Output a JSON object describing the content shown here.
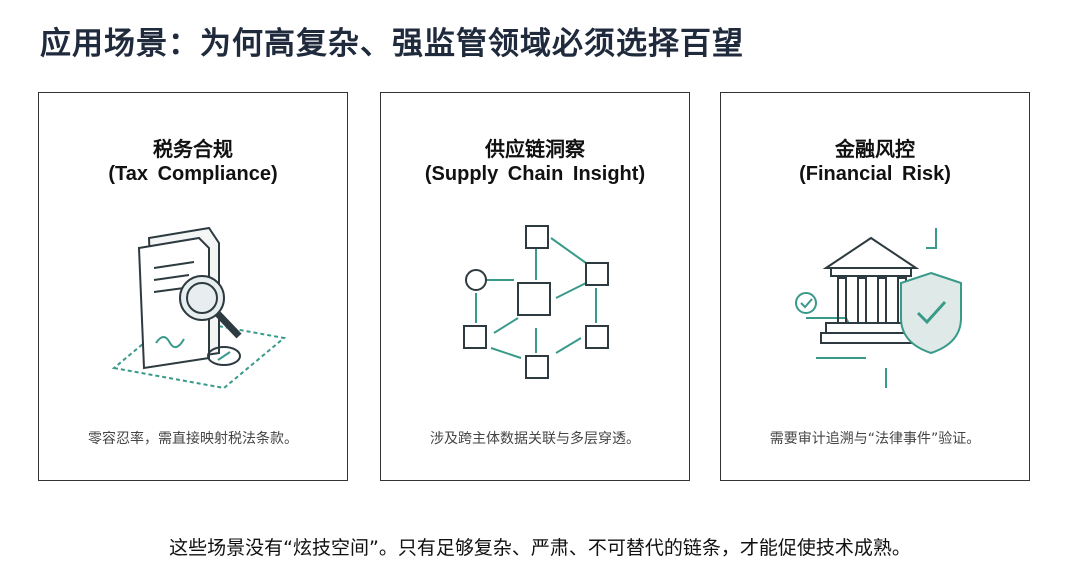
{
  "title": "应用场景：为何高复杂、强监管领域必须选择百望",
  "cards": [
    {
      "title_cn": "税务合规",
      "title_en": "(Tax Compliance)",
      "caption": "零容忍率，需直接映射税法条款。",
      "icon": "document-magnifier-icon"
    },
    {
      "title_cn": "供应链洞察",
      "title_en": "(Supply Chain Insight)",
      "caption": "涉及跨主体数据关联与多层穿透。",
      "icon": "network-cubes-icon"
    },
    {
      "title_cn": "金融风控",
      "title_en": "(Financial Risk)",
      "caption": "需要审计追溯与“法律事件”验证。",
      "icon": "bank-shield-icon"
    }
  ],
  "footer": "这些场景没有“炫技空间”。只有足够复杂、严肃、不可替代的链条，才能促使技术成熟。",
  "colors": {
    "title": "#1f2a3c",
    "accent": "#3a9a8a",
    "line": "#2d3a40"
  }
}
